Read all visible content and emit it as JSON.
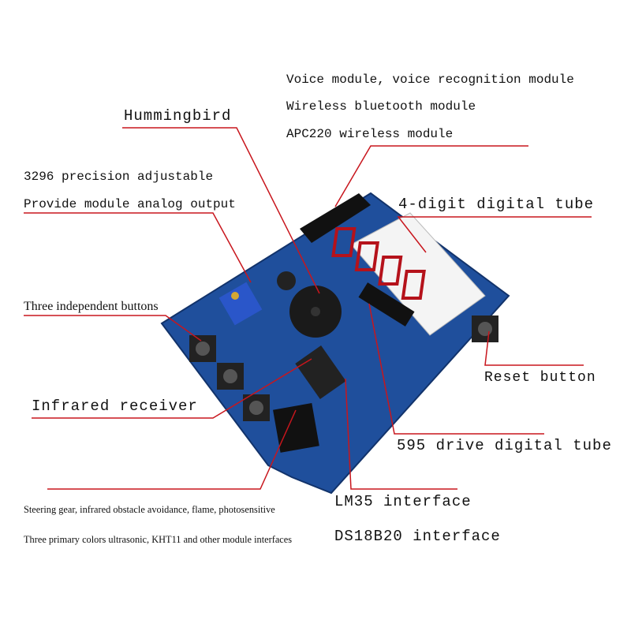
{
  "labels": {
    "voice": "Voice module, voice recognition module",
    "bluetooth": "Wireless bluetooth module",
    "apc220": "APC220 wireless module",
    "hummingbird": "Hummingbird",
    "precision": "3296 precision adjustable",
    "analog": "Provide module analog output",
    "digit_tube": "4-digit digital tube",
    "buttons": "Three independent buttons",
    "reset": "Reset button",
    "infrared": "Infrared receiver",
    "drive595": "595 drive digital tube",
    "steering": "Steering gear, infrared obstacle avoidance, flame, photosensitive",
    "primary": "Three primary colors ultrasonic, KHT11 and other module interfaces",
    "lm35": "LM35 interface",
    "ds18b20": "DS18B20 interface"
  },
  "colors": {
    "board": "#1f4f9c",
    "line": "#c8161d"
  }
}
